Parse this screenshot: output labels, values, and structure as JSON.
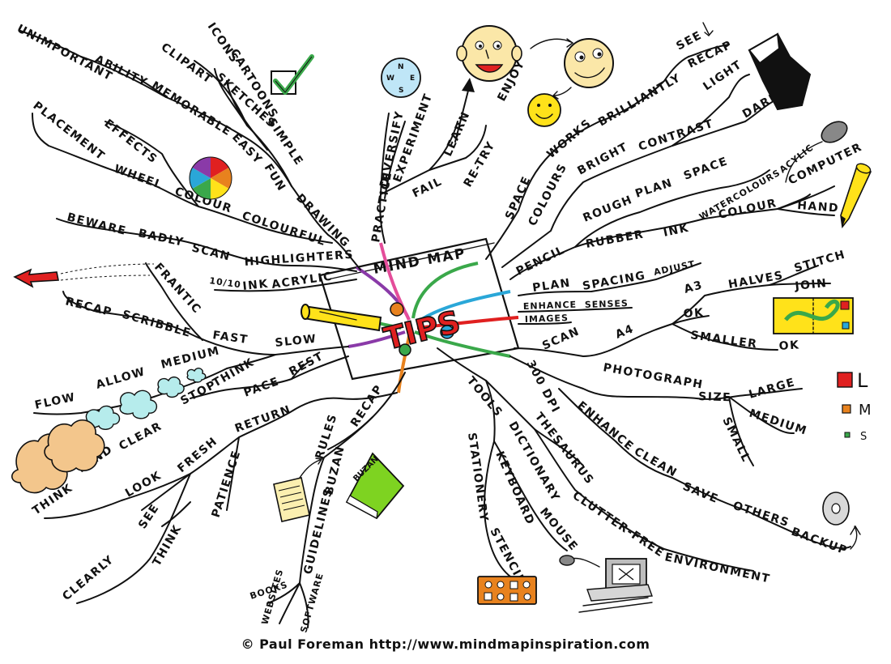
{
  "title": "MIND MAP",
  "center": "TIPS",
  "footer": "© Paul Foreman http://www.mindmapinspiration.com",
  "legend": {
    "l": "L",
    "m": "M",
    "s": "S"
  },
  "compass": {
    "n": "N",
    "e": "E",
    "s": "S",
    "w": "W"
  },
  "buzan_book": "BUZAN",
  "colors": {
    "red": "#e02020",
    "orange": "#e8821e",
    "yellow": "#ffe21a",
    "green": "#3aa84a",
    "blue": "#2aa7d8",
    "purple": "#8a3aa8",
    "pink": "#e44d9a",
    "skin": "#fbe7a8",
    "lime": "#7ed321"
  },
  "labels": {
    "unimportant": "UNIMPORTANT",
    "ability": "ABILITY",
    "memorable": "MEMORABLE",
    "clipart": "CLIPART",
    "sketches": "SKETCHES",
    "icons": "ICONS",
    "cartoons": "CARTOONS",
    "simple": "SIMPLE",
    "easy": "EASY",
    "fun": "FUN",
    "drawing": "DRAWING",
    "placement": "PLACEMENT",
    "wheel": "WHEEL",
    "effects": "EFFECTS",
    "colour": "COLOUR",
    "colourful": "COLOURFUL",
    "beware": "BEWARE",
    "badly": "BADLY",
    "scan": "SCAN",
    "highlighters": "HIGHLIGHTERS",
    "tenten": "10/10",
    "ink": "INK",
    "acrylic": "ACRYLIC",
    "frantic": "FRANTIC",
    "recap": "RECAP",
    "scribble": "SCRIBBLE",
    "fast": "FAST",
    "slow": "SLOW",
    "flow": "FLOW",
    "allow": "ALLOW",
    "medium": "MEDIUM",
    "stop": "STOP",
    "think": "THINK",
    "pace": "PACE",
    "rest": "REST",
    "return": "RETURN",
    "fresh": "FRESH",
    "clear": "CLEAR",
    "mind": "MIND",
    "think2": "THINK",
    "look": "LOOK",
    "see": "SEE",
    "think3": "THINK",
    "clearly": "CLEARLY",
    "patience": "PATIENCE",
    "rules": "RULES",
    "recap2": "RECAP",
    "buzan": "BUZAN",
    "guidelines": "GUIDELINES",
    "books": "BOOKS",
    "websites": "WEBSITES",
    "software": "SOFTWARE",
    "tools": "TOOLS",
    "stationery": "STATIONERY",
    "stencils": "STENCILS",
    "keyboard": "KEYBOARD",
    "mouse": "MOUSE",
    "dictionary": "DICTIONARY",
    "thesaurus": "THESAURUS",
    "clutterfree": "CLUTTER-FREE",
    "environment": "ENVIRONMENT",
    "practice": "PRACTICE",
    "diversify": "DIVERSIFY",
    "experiment": "EXPERIMENT",
    "fail": "FAIL",
    "learn": "LEARN",
    "retry": "RE-TRY",
    "enjoy": "ENJOY",
    "space": "SPACE",
    "works": "WORKS",
    "brilliantly": "BRILLIANTLY",
    "see2": "SEE",
    "recap3": "RECAP",
    "colours": "COLOURS",
    "bright": "BRIGHT",
    "contrast": "CONTRAST",
    "light": "LIGHT",
    "dark": "DARK",
    "pencil": "PENCIL",
    "rough": "ROUGH",
    "plan": "PLAN",
    "space2": "SPACE",
    "rubber": "RUBBER",
    "ink2": "INK",
    "watercolours": "WATERCOLOURS",
    "acylic": "ACYLIC",
    "colour2": "COLOUR",
    "computer": "COMPUTER",
    "hand": "HAND",
    "plan2": "PLAN",
    "spacing": "SPACING",
    "adjust": "ADJUST",
    "enhance": "ENHANCE",
    "senses": "SENSES",
    "images": "IMAGES",
    "scan2": "SCAN",
    "a4": "A4",
    "a3": "A3",
    "ok": "OK",
    "halves": "HALVES",
    "stitch": "STITCH",
    "join": "JOIN",
    "smaller": "SMALLER",
    "ok2": "OK",
    "dpi": "300 DPI",
    "photograph": "PHOTOGRAPH",
    "size": "SIZE",
    "large": "LARGE",
    "medium2": "MEDIUM",
    "small": "SMALL",
    "enhance2": "ENHANCE",
    "clean": "CLEAN",
    "save": "SAVE",
    "others": "OTHERS",
    "backup": "BACKUP"
  }
}
